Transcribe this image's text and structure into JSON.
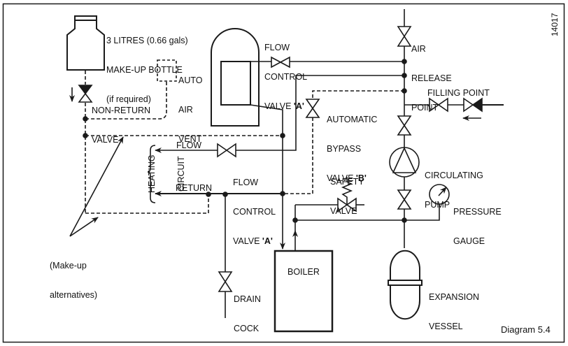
{
  "diagram": {
    "ref_number": "14017",
    "caption": "Diagram 5.4",
    "labels": {
      "makeup_bottle": [
        "3 LITRES (0.66 gals)",
        "MAKE-UP BOTTLE",
        "(if required)"
      ],
      "auto_air_vent": [
        "AUTO",
        "AIR",
        "VENT"
      ],
      "non_return_valve": [
        "NON-RETURN",
        "VALVE"
      ],
      "flow_control_valve_top": [
        "FLOW",
        "CONTROL",
        "VALVE 'A'"
      ],
      "air_release_point": [
        "AIR",
        "RELEASE",
        "POINT"
      ],
      "automatic_bypass_valve": [
        "AUTOMATIC",
        "BYPASS",
        "VALVE 'B'"
      ],
      "filling_point": "FILLING POINT",
      "flow": "FLOW",
      "return": "RETURN",
      "heating_circuit": [
        "HEATING",
        "CIRCUIT"
      ],
      "flow_control_valve_mid": [
        "FLOW",
        "CONTROL",
        "VALVE 'A'"
      ],
      "safety_valve": [
        "SAFETY",
        "VALVE"
      ],
      "circulating_pump": [
        "CIRCULATING",
        "PUMP"
      ],
      "pressure_gauge": [
        "PRESSURE",
        "GAUGE"
      ],
      "makeup_alternatives": [
        "(Make-up",
        "alternatives)"
      ],
      "drain_cock": [
        "DRAIN",
        "COCK"
      ],
      "boiler": "BOILER",
      "expansion_vessel": [
        "EXPANSION",
        "VESSEL"
      ]
    },
    "colors": {
      "line": "#1a1a1a",
      "background": "#ffffff"
    }
  }
}
